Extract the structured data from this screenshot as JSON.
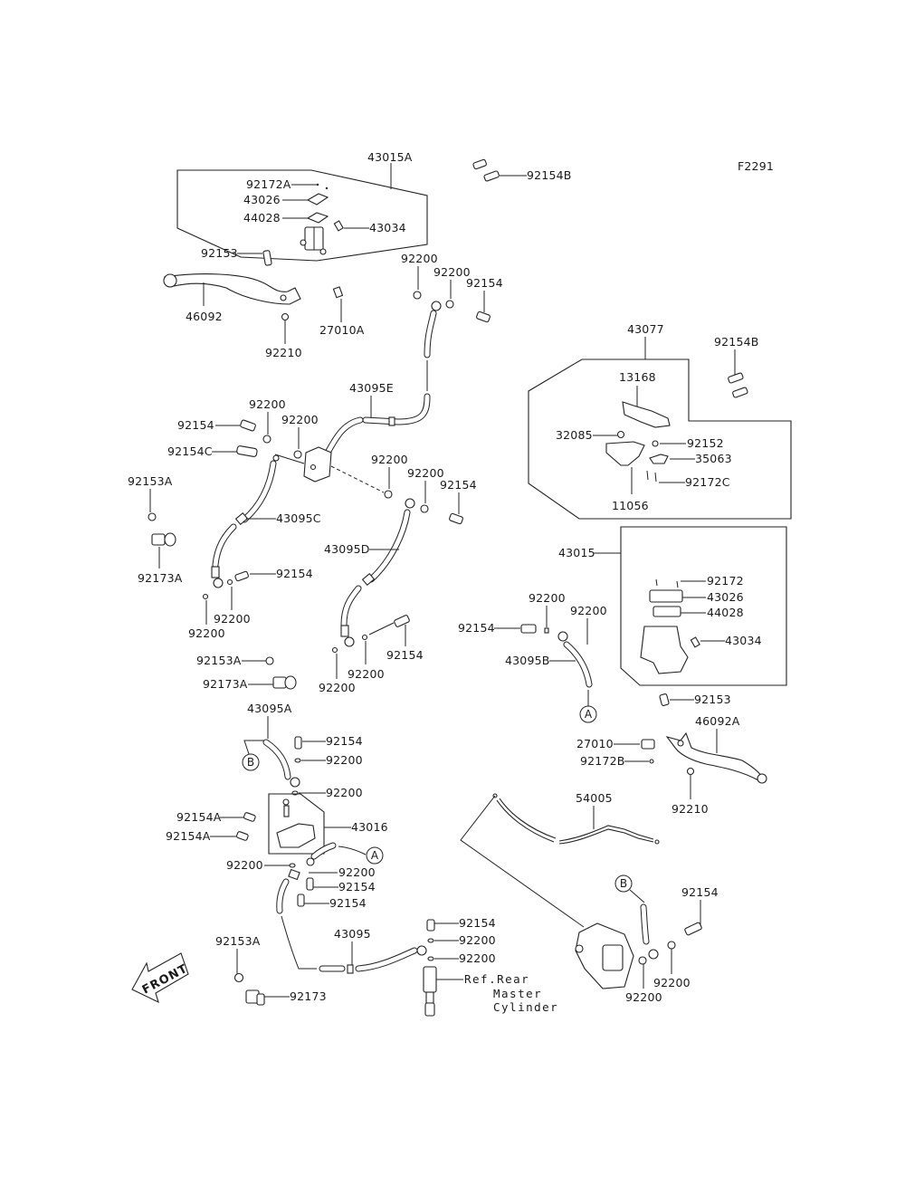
{
  "figure_code": "F2291",
  "front_indicator": "FRONT",
  "ref_markers": {
    "a": "A",
    "b": "B"
  },
  "groups": {
    "rear_master_cylinder_assy_a": {
      "number": "43015A",
      "parts": [
        "92172A",
        "43026",
        "44028",
        "43034"
      ]
    },
    "caliper_assy_right": {
      "number": "43077",
      "parts": [
        "13168",
        "32085",
        "92152",
        "35063",
        "92172C",
        "11056"
      ]
    },
    "front_master_cylinder_assy": {
      "number": "43015",
      "parts": [
        "92172",
        "43026",
        "44028",
        "43034"
      ]
    },
    "joint_assy": {
      "number": "43016"
    }
  },
  "labels": {
    "p43015A": "43015A",
    "p92172A": "92172A",
    "p43026a": "43026",
    "p44028a": "44028",
    "p43034a": "43034",
    "p92154B_top": "92154B",
    "p92153_top": "92153",
    "p46092": "46092",
    "p92210_top": "92210",
    "p27010A": "27010A",
    "p92200_t1": "92200",
    "p92200_t2": "92200",
    "p92154_t": "92154",
    "p43077": "43077",
    "p92154B_r": "92154B",
    "p13168": "13168",
    "p32085": "32085",
    "p92152": "92152",
    "p35063": "35063",
    "p92172C": "92172C",
    "p11056": "11056",
    "p43095E": "43095E",
    "p92200_m1": "92200",
    "p92200_m2": "92200",
    "p92154_m1": "92154",
    "p92154C": "92154C",
    "p92200_m3": "92200",
    "p92200_m4": "92200",
    "p92154_m2": "92154",
    "p92153A_l": "92153A",
    "p43095C": "43095C",
    "p43095D": "43095D",
    "p92173A_l": "92173A",
    "p92154_m3": "92154",
    "p92200_m5": "92200",
    "p92200_m6": "92200",
    "p92154_m4": "92154",
    "p92200_m7": "92200",
    "p92200_m8": "92200",
    "p92153A_c": "92153A",
    "p92173A_c": "92173A",
    "p43015": "43015",
    "p92172": "92172",
    "p43026b": "43026",
    "p44028b": "44028",
    "p43034b": "43034",
    "p92200_r1": "92200",
    "p92200_r2": "92200",
    "p92154_r1": "92154",
    "p43095B": "43095B",
    "p92153_r": "92153",
    "p46092A": "46092A",
    "p27010": "27010",
    "p92172B": "92172B",
    "p92210_r": "92210",
    "p43095A": "43095A",
    "p92154_b1": "92154",
    "p92200_b1": "92200",
    "p92200_b2": "92200",
    "p92154A_1": "92154A",
    "p92154A_2": "92154A",
    "p43016": "43016",
    "p92200_b3": "92200",
    "p92200_b4": "92200",
    "p92154_b2": "92154",
    "p92154_b3": "92154",
    "p54005": "54005",
    "p92154_rr": "92154",
    "p92200_rr1": "92200",
    "p92200_rr2": "92200",
    "p92153A_b": "92153A",
    "p92173": "92173",
    "p43095": "43095",
    "p92154_rm": "92154",
    "p92200_rm1": "92200",
    "p92200_rm2": "92200",
    "ref_rear_line1": "Ref.Rear",
    "ref_rear_line2": "Master",
    "ref_rear_line3": "Cylinder"
  }
}
